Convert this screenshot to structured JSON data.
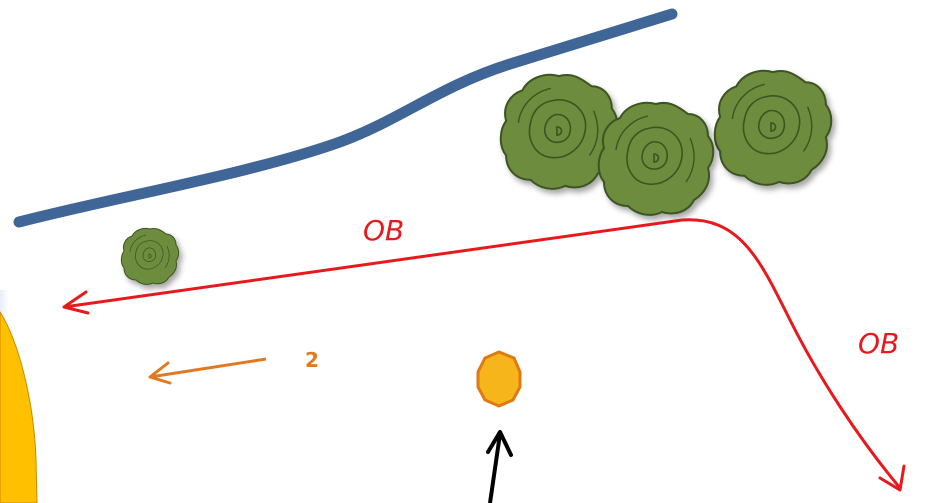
{
  "labels": {
    "ob_left": "OB",
    "ob_right": "OB",
    "hole_number": "2"
  },
  "colors": {
    "background": "#ffffff",
    "water": "#3f6696",
    "out_of_bounds": "#e8191c",
    "hole_arrow": "#e07a22",
    "tree_fill": "#6e8c3c",
    "tree_outline": "#3e5424",
    "tee_fill": "#f7b51c",
    "tee_outline": "#df7a12",
    "green_fill": "#ffc000",
    "shot_arrow": "#000000"
  },
  "icons": {
    "trees": "tree-icon",
    "tee": "tee-marker-icon",
    "green": "green-area"
  }
}
